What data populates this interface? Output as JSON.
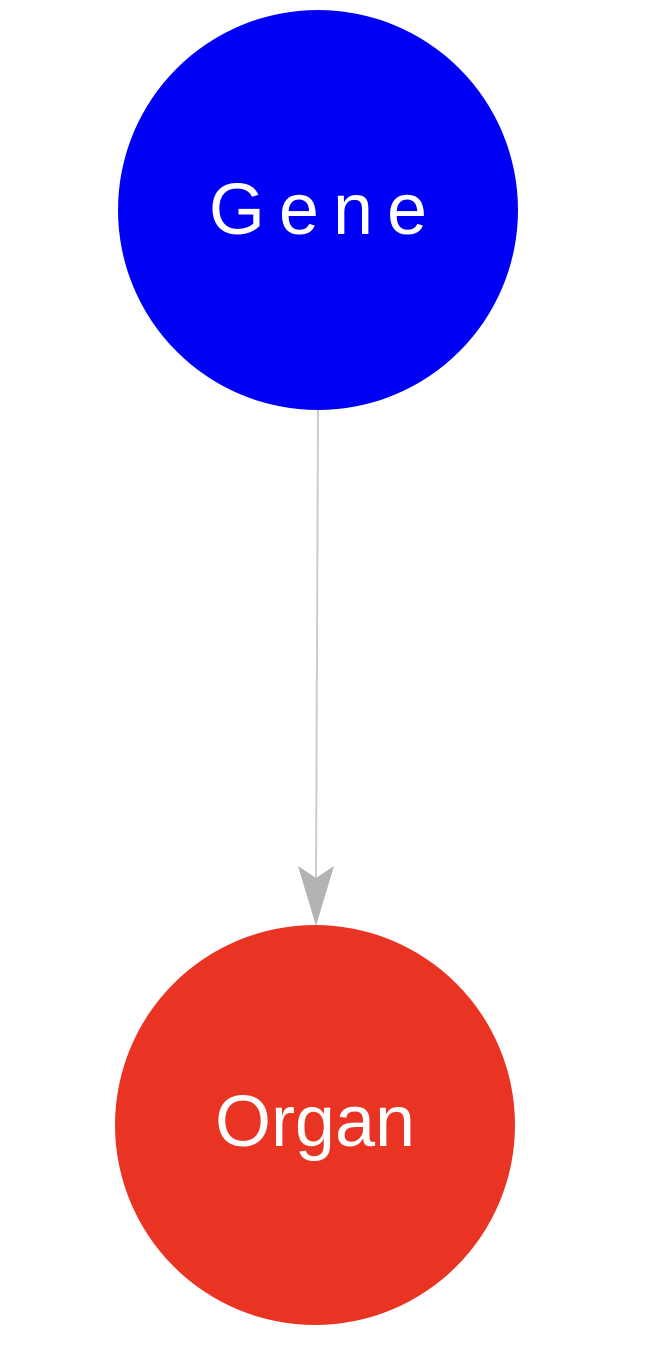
{
  "diagram": {
    "type": "directed-graph",
    "nodes": [
      {
        "id": "gene",
        "label": "Gene",
        "color": "#0000f5"
      },
      {
        "id": "organ",
        "label": "Organ",
        "color": "#e93424"
      }
    ],
    "edges": [
      {
        "from": "gene",
        "to": "organ",
        "color": "#cccccc",
        "arrowhead_color": "#b3b3b3"
      }
    ]
  }
}
